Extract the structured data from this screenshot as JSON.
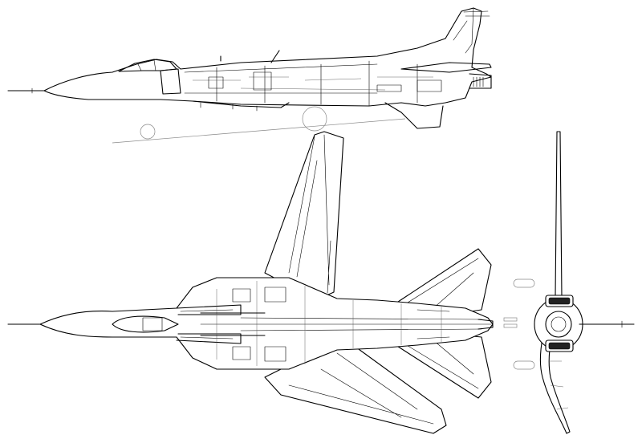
{
  "drawing": {
    "subject": "three-view-aircraft-line-drawing",
    "views": [
      "side-view",
      "top-view",
      "front-view"
    ],
    "colors": {
      "line": "#000000",
      "background": "#ffffff",
      "detail": "#555555",
      "ground": "#888888"
    }
  }
}
